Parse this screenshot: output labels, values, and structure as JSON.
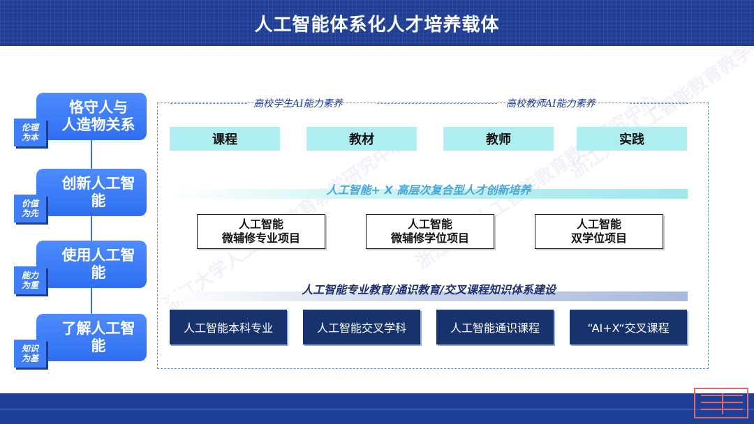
{
  "title": "人工智能体系化人才培养载体",
  "left": [
    {
      "text": "恪守人与\n人造物关系",
      "tag": "伦理\n为本"
    },
    {
      "text": "创新人工智能",
      "tag": "价值\n为先"
    },
    {
      "text": "使用人工智能",
      "tag": "能力\n为重"
    },
    {
      "text": "了解人工智能",
      "tag": "知识\n为基"
    }
  ],
  "subheads": {
    "students": "高校学生AI能力素养",
    "teachers": "高校教师AI能力素养"
  },
  "pillars": [
    "课程",
    "教材",
    "教师",
    "实践"
  ],
  "band1": "人工智能+ X 高层次复合型人才创新培养",
  "programs": [
    "人工智能\n微辅修专业项目",
    "人工智能\n微辅修学位项目",
    "人工智能\n双学位项目"
  ],
  "band2": "人工智能专业教育/通识教育/交叉课程知识体系建设",
  "courses": [
    "人工智能本科专业",
    "人工智能交叉学科",
    "人工智能通识课程",
    "“AI+X“交叉课程"
  ],
  "watermark": "浙江大学人工智能教育教学研究中心",
  "colors": {
    "accent": "#2f6ff0",
    "navy": "#18326e",
    "cyan": "#aeeef0",
    "banner": "#1e3f95"
  }
}
